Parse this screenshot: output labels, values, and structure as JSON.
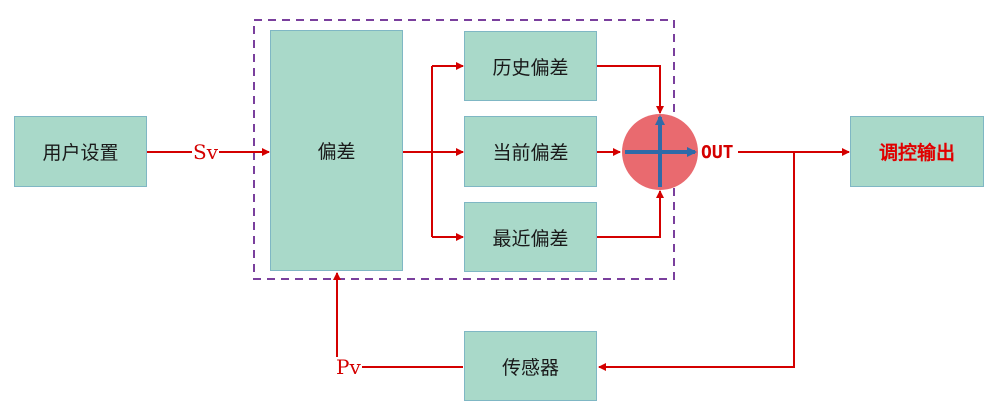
{
  "blocks": {
    "user_setting": "用户设置",
    "deviation": "偏差",
    "history_deviation": "历史偏差",
    "current_deviation": "当前偏差",
    "recent_deviation": "最近偏差",
    "control_output": "调控输出",
    "sensor": "传感器"
  },
  "signals": {
    "sv": "Sv",
    "pv": "Pv",
    "out": "OUT"
  },
  "colors": {
    "block_fill": "#a9d9c9",
    "block_border": "#7fb7c4",
    "arrow": "#d40000",
    "dashed_frame": "#7a3f9d",
    "summing_circle": "#e96a6f",
    "plus_sign": "#2f6aa8"
  }
}
